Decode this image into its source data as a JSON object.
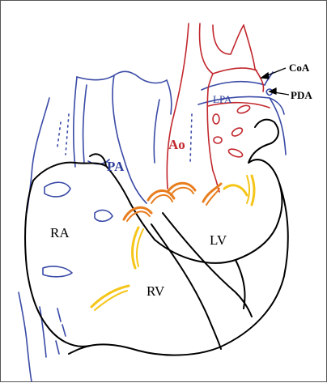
{
  "labels": {
    "coa": "CoA",
    "pda": "PDA",
    "lpa": "LPA",
    "ao": "Ao",
    "pa": "PA",
    "ra": "RA",
    "lv": "LV",
    "rv": "RV"
  },
  "colors": {
    "vein_blue": "#3a4aa6",
    "aorta_red": "#c1272d",
    "heart_outline": "#000000",
    "valve_orange": "#e87d1e",
    "valve_yellow": "#f5c518"
  }
}
